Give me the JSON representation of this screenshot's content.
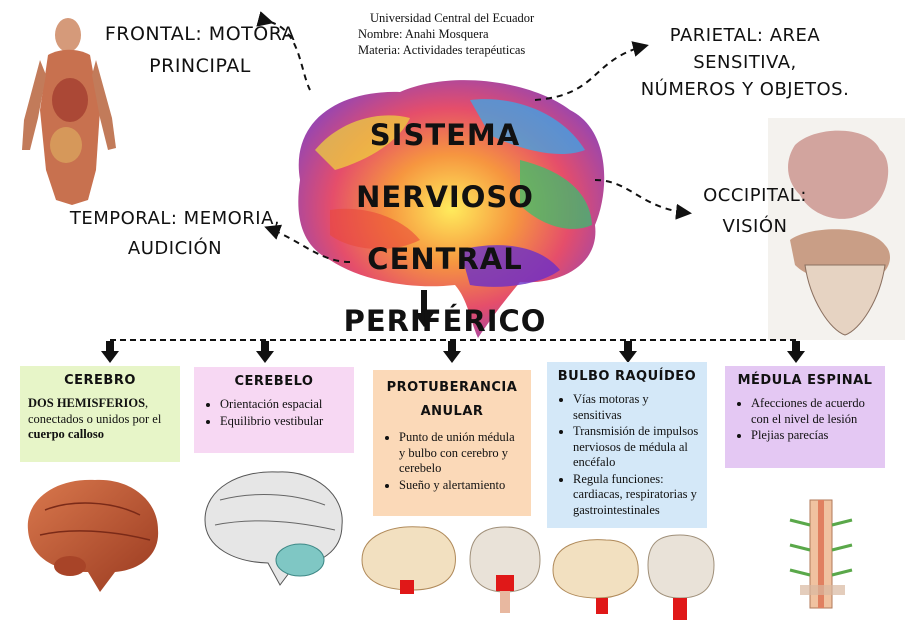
{
  "header": {
    "university": "Universidad Central del Ecuador",
    "name": "Nombre: Anahi Mosquera",
    "subject": "Materia: Actividades terapéuticas"
  },
  "title": {
    "line1": "SISTEMA NERVIOSO",
    "line2": "CENTRAL",
    "line3": "PERIFÉRICO"
  },
  "lobes": {
    "frontal": {
      "line1": "FRONTAL:  MOTORA",
      "line2": "PRINCIPAL"
    },
    "parietal": {
      "line1": "PARIETAL: AREA",
      "line2": "SENSITIVA,",
      "line3": "NÚMEROS Y OBJETOS."
    },
    "temporal": {
      "line1": "TEMPORAL: MEMORIA,",
      "line2": "AUDICIÓN"
    },
    "occipital": {
      "line1": "OCCIPITAL:",
      "line2": "VISIÓN"
    }
  },
  "boxes": {
    "cerebro": {
      "title": "CEREBRO",
      "bold1": "DOS HEMISFERIOS",
      "text": ", conectados o unidos por el",
      "bold2": "cuerpo calloso"
    },
    "cerebelo": {
      "title": "CEREBELO",
      "items": [
        "Orientación espacial",
        "Equilibrio vestibular"
      ]
    },
    "protuberancia": {
      "title": "PROTUBERANCIA ANULAR",
      "items": [
        "Punto de unión médula y bulbo con cerebro y cerebelo",
        "Sueño y alertamiento"
      ]
    },
    "bulbo": {
      "title": "BULBO RAQUÍDEO",
      "items": [
        "Vías motoras y sensitivas",
        "Transmisión de impulsos nerviosos de médula al encéfalo",
        "Regula funciones: cardiacas, respiratorias y gastrointestinales"
      ]
    },
    "medula": {
      "title": "MÉDULA ESPINAL",
      "items": [
        "Afecciones de acuerdo con el nivel de lesión",
        "Plejias parecías"
      ]
    }
  },
  "colors": {
    "cerebro_bg": "#e7f5c8",
    "cerebelo_bg": "#f7d8f3",
    "protuberancia_bg": "#fbd9b8",
    "bulbo_bg": "#d4e8f8",
    "medula_bg": "#e4c8f3"
  }
}
